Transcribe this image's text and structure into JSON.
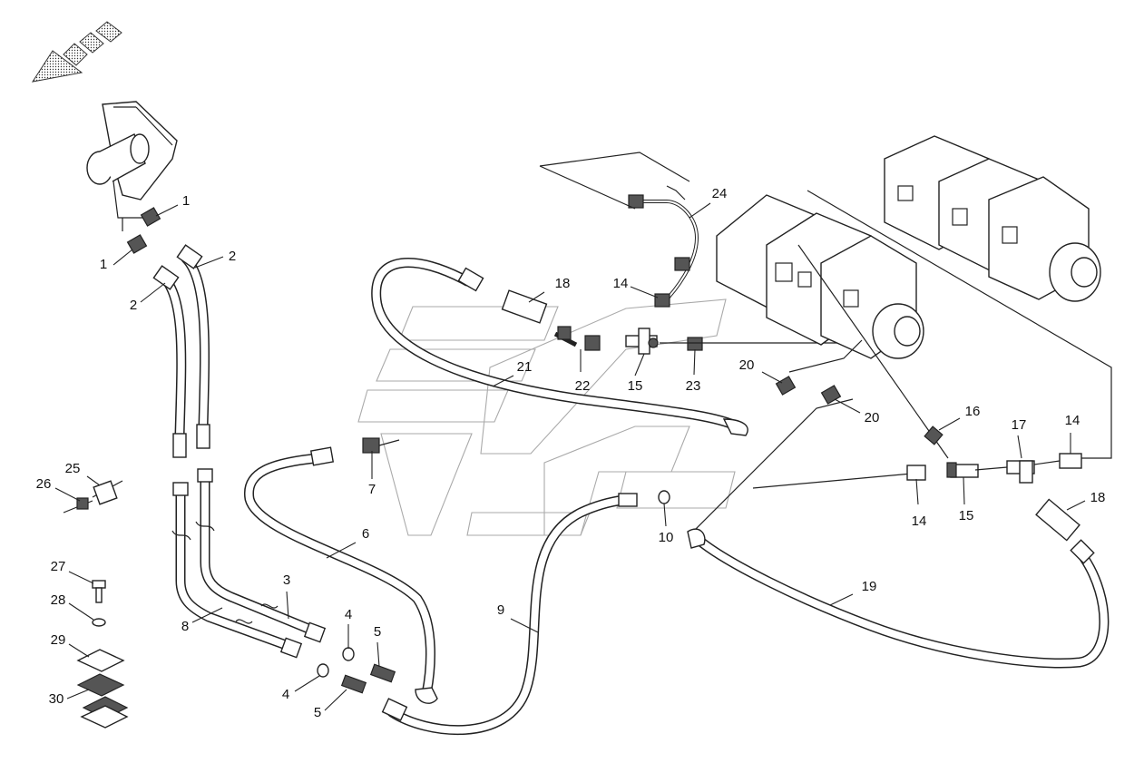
{
  "callouts": [
    {
      "id": "c1a",
      "text": "1"
    },
    {
      "id": "c1b",
      "text": "1"
    },
    {
      "id": "c2a",
      "text": "2"
    },
    {
      "id": "c2b",
      "text": "2"
    },
    {
      "id": "c3",
      "text": "3"
    },
    {
      "id": "c4a",
      "text": "4"
    },
    {
      "id": "c4b",
      "text": "4"
    },
    {
      "id": "c5a",
      "text": "5"
    },
    {
      "id": "c5b",
      "text": "5"
    },
    {
      "id": "c6",
      "text": "6"
    },
    {
      "id": "c7",
      "text": "7"
    },
    {
      "id": "c8",
      "text": "8"
    },
    {
      "id": "c9",
      "text": "9"
    },
    {
      "id": "c10",
      "text": "10"
    },
    {
      "id": "c14a",
      "text": "14"
    },
    {
      "id": "c14b",
      "text": "14"
    },
    {
      "id": "c14c",
      "text": "14"
    },
    {
      "id": "c15a",
      "text": "15"
    },
    {
      "id": "c15b",
      "text": "15"
    },
    {
      "id": "c16",
      "text": "16"
    },
    {
      "id": "c17",
      "text": "17"
    },
    {
      "id": "c18a",
      "text": "18"
    },
    {
      "id": "c18b",
      "text": "18"
    },
    {
      "id": "c19",
      "text": "19"
    },
    {
      "id": "c20a",
      "text": "20"
    },
    {
      "id": "c20b",
      "text": "20"
    },
    {
      "id": "c21",
      "text": "21"
    },
    {
      "id": "c22",
      "text": "22"
    },
    {
      "id": "c23",
      "text": "23"
    },
    {
      "id": "c24",
      "text": "24"
    },
    {
      "id": "c25",
      "text": "25"
    },
    {
      "id": "c26",
      "text": "26"
    },
    {
      "id": "c27",
      "text": "27"
    },
    {
      "id": "c28",
      "text": "28"
    },
    {
      "id": "c29",
      "text": "29"
    },
    {
      "id": "c30",
      "text": "30"
    }
  ],
  "icons": [
    "direction-arrow-icon"
  ],
  "colors": {
    "line": "#222222",
    "background": "#ffffff",
    "ghost": "#aaaaaa"
  }
}
